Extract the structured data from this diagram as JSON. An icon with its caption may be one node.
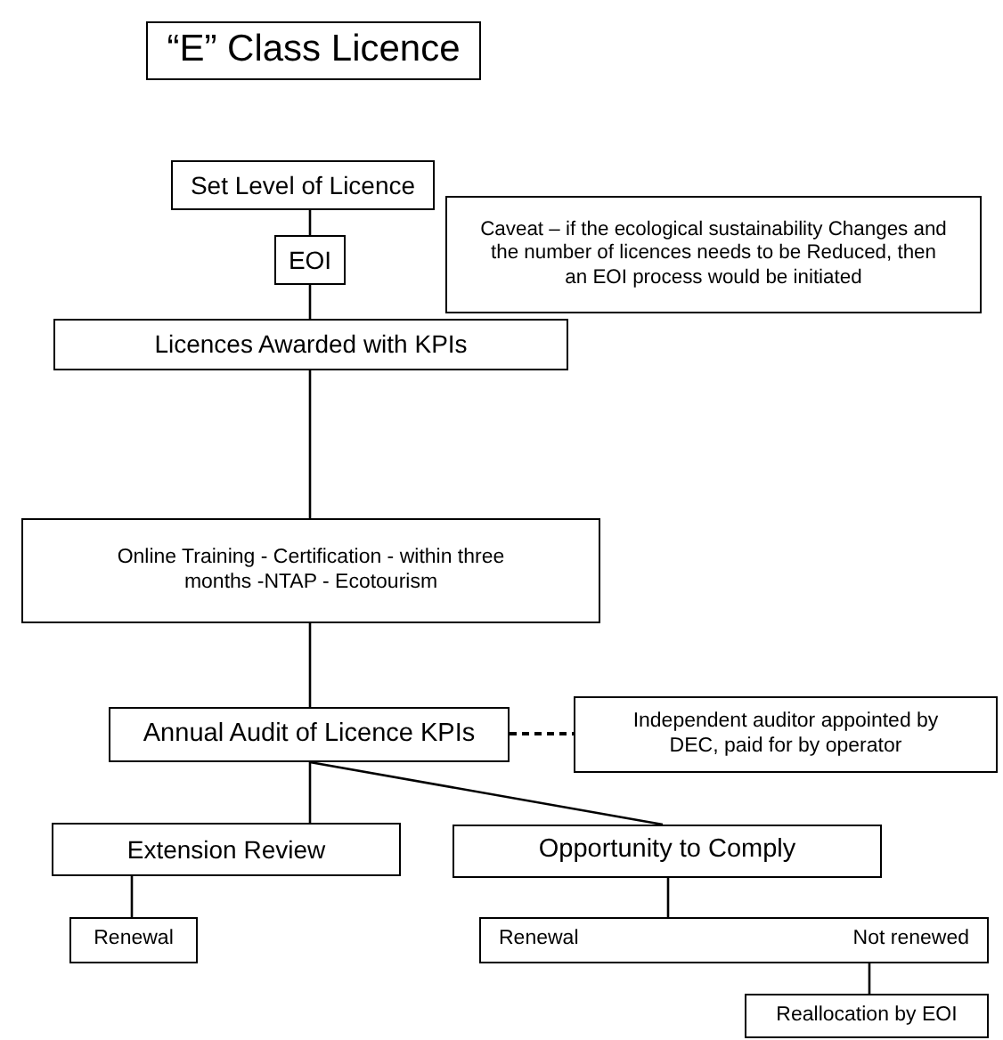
{
  "diagram": {
    "nodes": [
      {
        "text": [
          "“E” Class Licence"
        ]
      },
      {
        "text": [
          "Set Level of Licence"
        ]
      },
      {
        "text": [
          "EOI"
        ]
      },
      {
        "text": [
          "Caveat – if the ecological sustainability Changes and the number of licences needs to be Reduced, then an EOI process would be initiated"
        ]
      },
      {
        "text": [
          "Licences Awarded with KPIs"
        ]
      },
      {
        "text": [
          "Online Training  - Certification  - within three months -NTAP - Ecotourism"
        ]
      },
      {
        "text": [
          "Annual Audit of Licence KPIs"
        ]
      },
      {
        "text": [
          "Independent auditor appointed by DEC, paid for by operator"
        ]
      },
      {
        "text": [
          "Extension Review"
        ]
      },
      {
        "text": [
          "Opportunity to Comply"
        ]
      },
      {
        "text": [
          "Renewal"
        ]
      },
      {
        "text": [
          "Renewal",
          "Not renewed"
        ]
      },
      {
        "text": [
          "Reallocation by EOI"
        ]
      }
    ],
    "edges": [
      {
        "from": 1,
        "to": 2,
        "arrow": "none"
      },
      {
        "from": 2,
        "to": 4,
        "arrow": "none"
      },
      {
        "from": 4,
        "to": 5,
        "arrow": "none"
      },
      {
        "from": 5,
        "to": 6,
        "arrow": "none"
      },
      {
        "from": 6,
        "to": 7,
        "arrow": "none",
        "style": "dashed"
      },
      {
        "from": 6,
        "to": 8,
        "arrow": "none"
      },
      {
        "from": 6,
        "to": 9,
        "arrow": "none"
      },
      {
        "from": 8,
        "to": 10,
        "arrow": "none"
      },
      {
        "from": 9,
        "to": 11,
        "arrow": "none"
      },
      {
        "from": 11,
        "to": 12,
        "arrow": "none"
      }
    ]
  }
}
